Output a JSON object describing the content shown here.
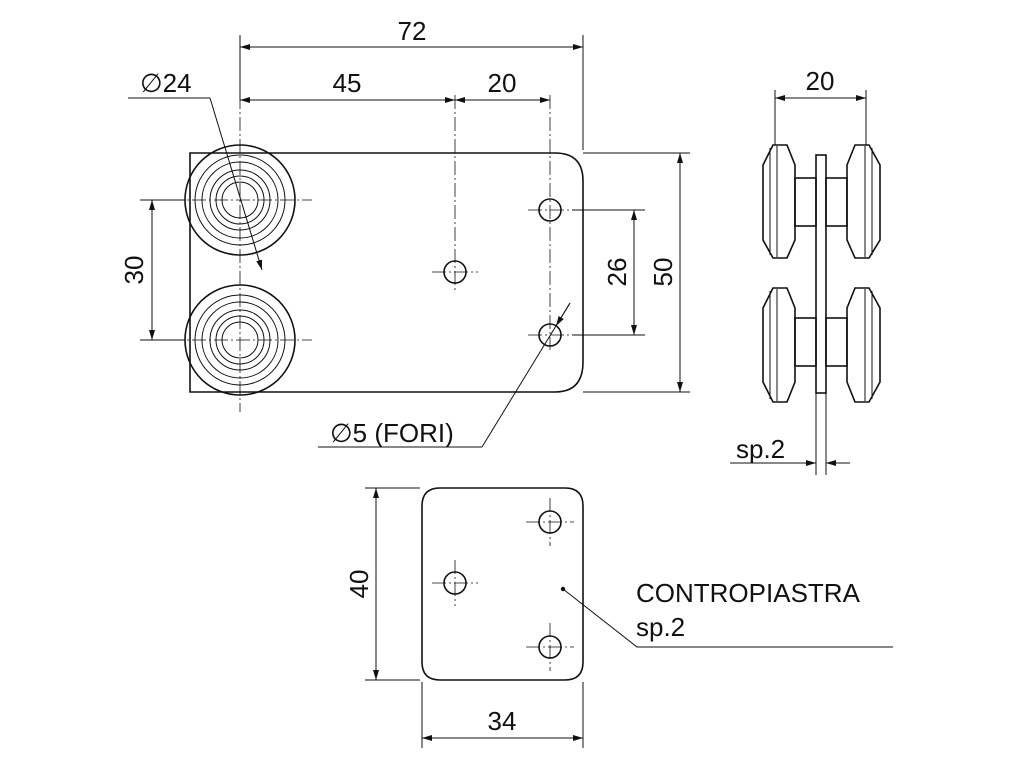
{
  "drawing": {
    "dimensions": {
      "overall_width": "72",
      "hole_offset_1": "45",
      "hole_offset_2": "20",
      "wheel_diameter": "∅24",
      "wheel_spacing": "30",
      "hole_spacing": "26",
      "plate_height": "50",
      "hole_diameter": "∅5 (FORI)",
      "side_width": "20",
      "side_thickness": "sp.2",
      "counterplate_height": "40",
      "counterplate_width": "34"
    },
    "labels": {
      "counterplate": "CONTROPIASTRA",
      "counterplate_thickness": "sp.2"
    }
  }
}
